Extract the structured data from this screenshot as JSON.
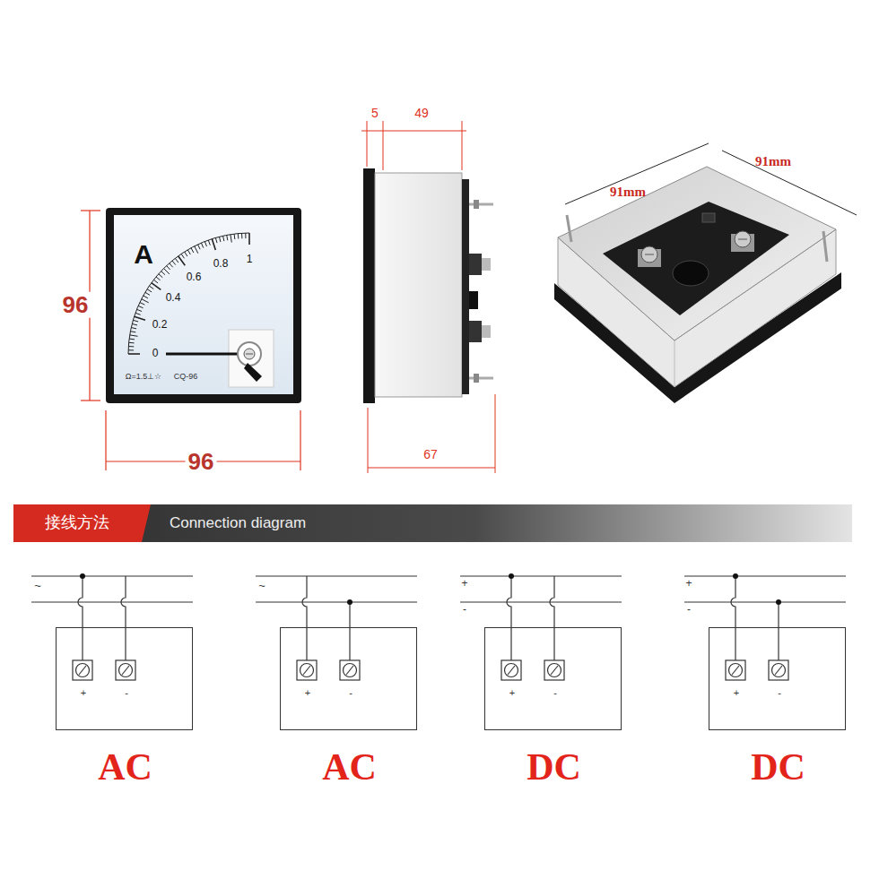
{
  "diagram": {
    "nodes": [
      {
        "text": [
          "+",
          "-",
          "AC"
        ]
      },
      {
        "text": [
          "+",
          "-",
          "AC"
        ]
      },
      {
        "text": [
          "+",
          "-",
          "DC"
        ]
      },
      {
        "text": [
          "+",
          "-",
          "DC"
        ]
      }
    ],
    "labels": [
      "A",
      "0",
      "0.2",
      "0.4",
      "0.6",
      "0.8",
      "1",
      "Ω=1.5⊥☆",
      "CQ-96",
      "96",
      "96",
      "5",
      "49",
      "67",
      "91mm",
      "91mm",
      "接线方法",
      "Connection diagram",
      "~",
      "~",
      "+",
      "-",
      "+",
      "-"
    ]
  }
}
